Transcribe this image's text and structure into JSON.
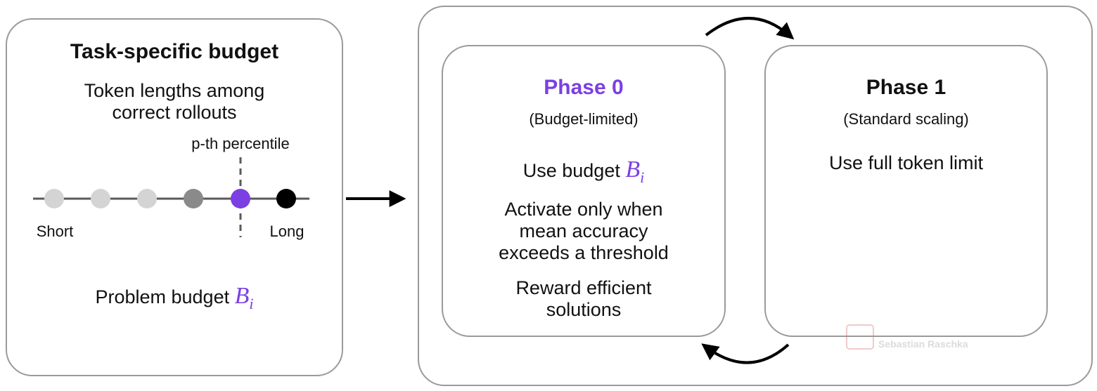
{
  "left_panel": {
    "title": "Task-specific budget",
    "subtitle_line1": "Token lengths among",
    "subtitle_line2": "correct rollouts",
    "percentile_label": "p-th percentile",
    "short_label": "Short",
    "long_label": "Long",
    "budget_prefix": "Problem budget",
    "budget_var": "B",
    "budget_sub": "i"
  },
  "phase0": {
    "title": "Phase 0",
    "subtitle": "(Budget-limited)",
    "use_budget_prefix": "Use budget",
    "budget_var": "B",
    "budget_sub": "i",
    "activate_line1": "Activate only when",
    "activate_line2": "mean accuracy",
    "activate_line3": "exceeds a threshold",
    "reward_line1": "Reward efficient",
    "reward_line2": "solutions"
  },
  "phase1": {
    "title": "Phase 1",
    "subtitle": "(Standard scaling)",
    "body": "Use full token limit"
  },
  "watermark": "Sebastian Raschka",
  "colors": {
    "accent": "#7b3fe4",
    "border": "#9a9a9a",
    "dot_light": "#d4d4d4",
    "dot_mid": "#8a8a8a",
    "dot_dark": "#000000"
  },
  "dots": [
    "light",
    "light",
    "light",
    "mid",
    "accent",
    "dark"
  ]
}
